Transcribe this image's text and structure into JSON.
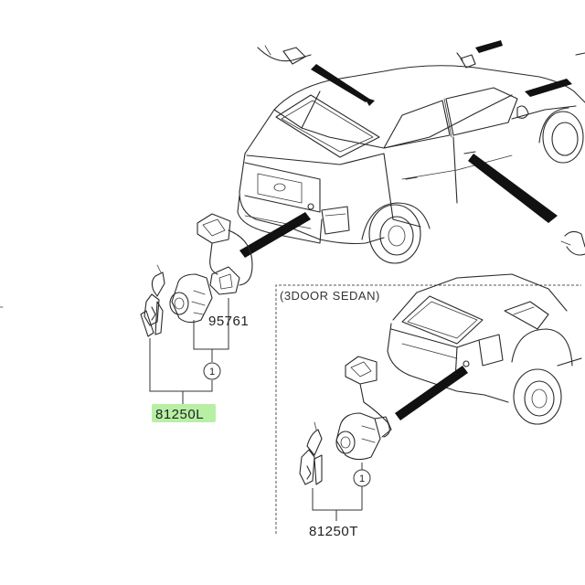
{
  "diagram": {
    "variant_box_label": "(3DOOR SEDAN)",
    "parts": {
      "main_set": {
        "number": "81250L",
        "highlight_color": "#b7f0a4"
      },
      "cylinder": {
        "number": "95761"
      },
      "variant_set": {
        "number": "81250T"
      }
    },
    "callouts": {
      "main": "1",
      "variant": "1"
    }
  }
}
